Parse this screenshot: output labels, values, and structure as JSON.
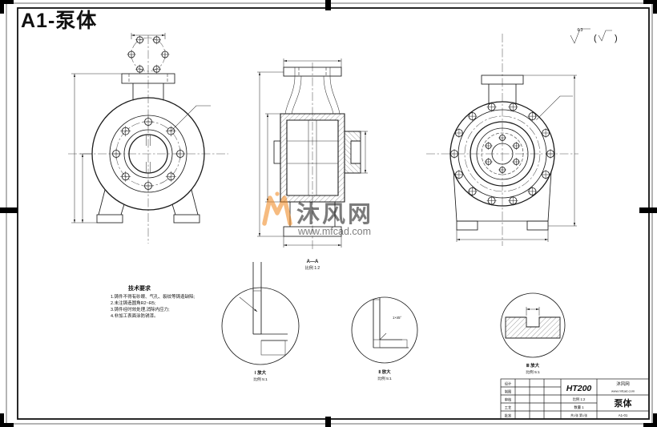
{
  "header": {
    "title": "A1-泵体"
  },
  "surface_finish": {
    "value": "6.3",
    "paren_open": "(",
    "paren_close": ")"
  },
  "watermark": {
    "brand": "沐风网",
    "url": "www.mfcad.com"
  },
  "tech_notes": {
    "title": "技术要求",
    "lines": [
      "1.铸件不得有砂眼、气孔、裂纹等铸造缺陷;",
      "2.未注铸造圆角R2~R5;",
      "3.铸件经时效处理,消除内应力;",
      "4.非加工表面涂防锈漆。"
    ]
  },
  "captions": {
    "section_name": "A—A",
    "section_scale": "比例 1:2"
  },
  "details": [
    {
      "l1": "Ⅰ 放大",
      "l2": "比例 5:1"
    },
    {
      "l1": "Ⅱ 放大",
      "l2": "比例 5:1",
      "note": "1×45°"
    },
    {
      "l1": "Ⅲ 放大",
      "l2": "比例 5:1"
    }
  ],
  "title_block": {
    "material": "HT200",
    "part_name": "泵体",
    "code": "A1-01",
    "scale": "比例 1:2",
    "quantity": "数量 1",
    "sheets": "共1张 第1张",
    "brand": "沐风网",
    "url": "www.mfcad.com",
    "rows": [
      "设计",
      "制图",
      "审核",
      "工艺",
      "批准"
    ]
  }
}
